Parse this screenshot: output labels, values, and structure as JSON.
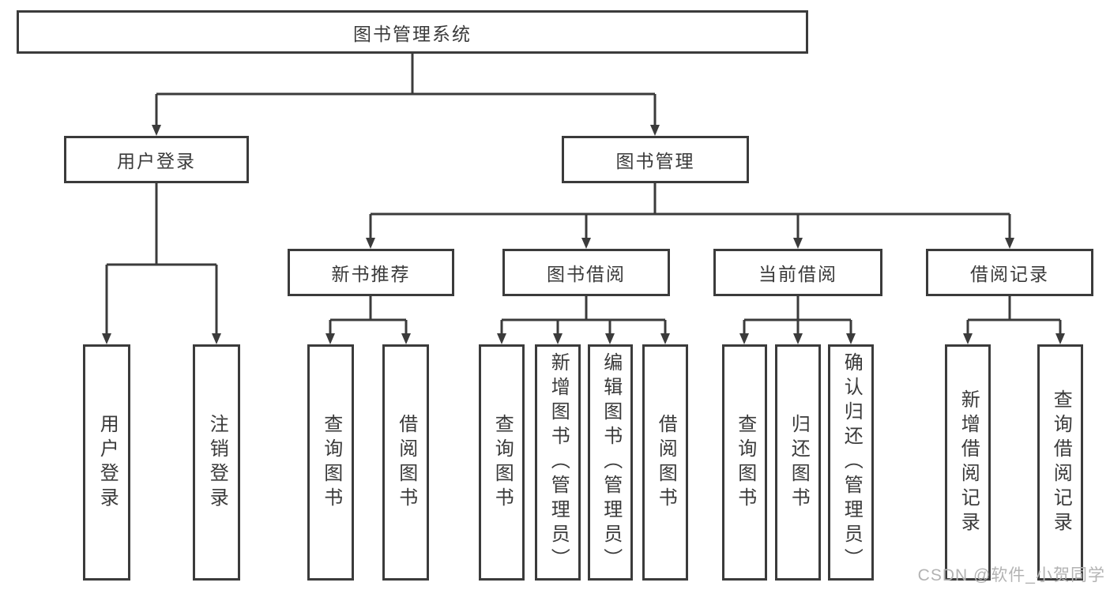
{
  "title": "图书管理系统",
  "level2": [
    {
      "label": "用户登录"
    },
    {
      "label": "图书管理"
    }
  ],
  "level3": [
    {
      "label": "新书推荐",
      "parent": "图书管理"
    },
    {
      "label": "图书借阅",
      "parent": "图书管理"
    },
    {
      "label": "当前借阅",
      "parent": "图书管理"
    },
    {
      "label": "借阅记录",
      "parent": "图书管理"
    }
  ],
  "leaves": [
    {
      "label": "用户登录",
      "parent": "用户登录"
    },
    {
      "label": "注销登录",
      "parent": "用户登录"
    },
    {
      "label": "查询图书",
      "parent": "新书推荐"
    },
    {
      "label": "借阅图书",
      "parent": "新书推荐"
    },
    {
      "label": "查询图书",
      "parent": "图书借阅"
    },
    {
      "label": "新增图书（管理员）",
      "parent": "图书借阅"
    },
    {
      "label": "编辑图书（管理员）",
      "parent": "图书借阅"
    },
    {
      "label": "借阅图书",
      "parent": "图书借阅"
    },
    {
      "label": "查询图书",
      "parent": "当前借阅"
    },
    {
      "label": "归还图书",
      "parent": "当前借阅"
    },
    {
      "label": "确认归还（管理员）",
      "parent": "当前借阅"
    },
    {
      "label": "新增借阅记录",
      "parent": "借阅记录"
    },
    {
      "label": "查询借阅记录",
      "parent": "借阅记录"
    }
  ],
  "watermark": "CSDN @软件_小贺同学",
  "colors": {
    "line": "#3b3b3b",
    "text": "#3a3a3a",
    "watermark": "#b3b3b3",
    "background": "#ffffff"
  }
}
